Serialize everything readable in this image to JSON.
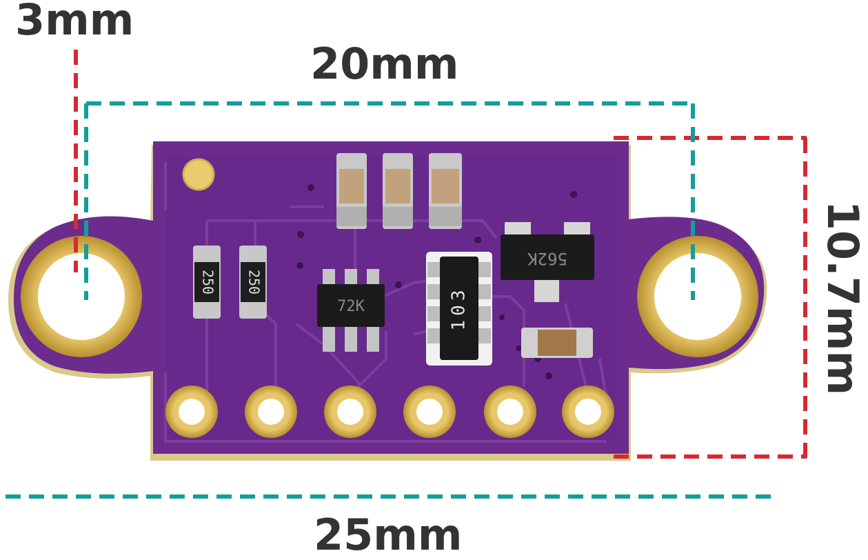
{
  "dimensions": {
    "hole_offset": "3mm",
    "hole_spacing": "20mm",
    "board_length": "25mm",
    "board_width": "10.7mm"
  },
  "components": {
    "resistor_1": "250",
    "resistor_2": "250",
    "regulator": "72K",
    "resistor_network": "103",
    "transistor": "562K"
  },
  "colors": {
    "board": "#6b2c8e",
    "pads": "#e6c86a",
    "dash_red": "#d42a33",
    "dash_teal": "#149e9a",
    "text": "#333333"
  }
}
